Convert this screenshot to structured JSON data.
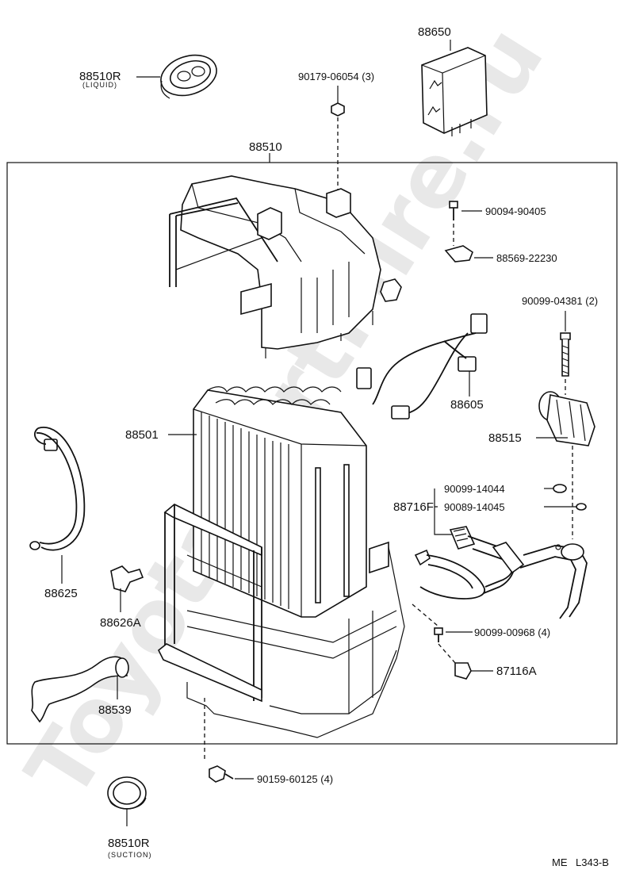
{
  "watermark": "ToyotaPartMire.ru",
  "footer": {
    "code_me": "ME",
    "code_sheet": "L343-B"
  },
  "labels": {
    "p88650": "88650",
    "p88510R_top": "88510R",
    "p88510R_top_sub": "(LIQUID)",
    "p90179": "90179-06054 (3)",
    "p88510": "88510",
    "p90094": "90094-90405",
    "p88569": "88569-22230",
    "p90099_04381": "90099-04381 (2)",
    "p88605": "88605",
    "p88501": "88501",
    "p88515": "88515",
    "p90099_14044": "90099-14044",
    "p88716F": "88716F",
    "p90089_14045": "90089-14045",
    "p88625": "88625",
    "p88626A": "88626A",
    "p90099_00968": "90099-00968 (4)",
    "p87116A": "87116A",
    "p88539": "88539",
    "p90159": "90159-60125 (4)",
    "p88510R_bot": "88510R",
    "p88510R_bot_sub": "(SUCTION)"
  }
}
